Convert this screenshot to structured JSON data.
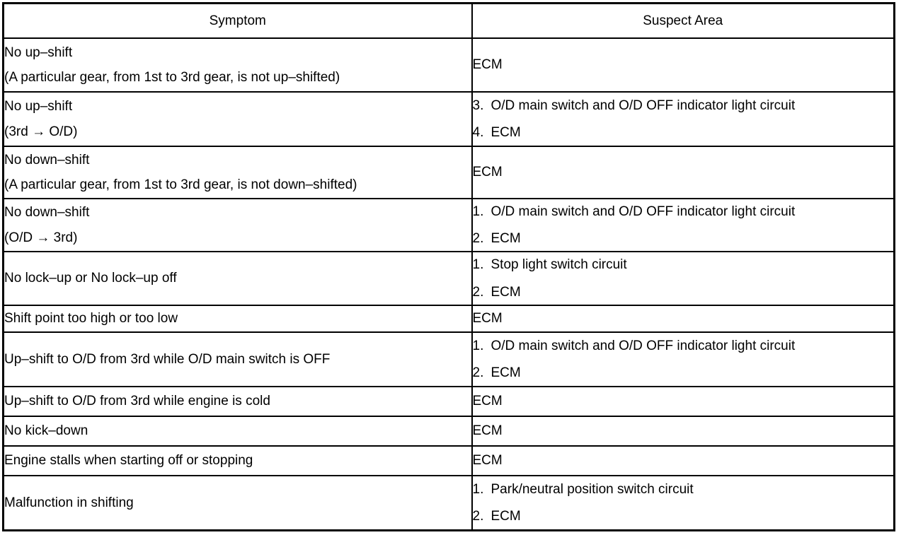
{
  "document": {
    "type": "diagnostic-trouble-table",
    "background_color": "#ffffff",
    "text_color": "#000000",
    "border_color": "#000000"
  },
  "table": {
    "headers": {
      "symptom": "Symptom",
      "suspect_area": "Suspect Area"
    },
    "rows": [
      {
        "symptom_lines": [
          "No up–shift",
          "(A particular gear, from 1st to 3rd gear, is not up–shifted)"
        ],
        "suspect_items": [
          {
            "num": "",
            "text": "ECM"
          }
        ]
      },
      {
        "symptom_lines": [
          "No up–shift",
          "(3rd → O/D)"
        ],
        "suspect_items": [
          {
            "num": "3.",
            "text": "O/D main switch and O/D OFF indicator light circuit"
          },
          {
            "num": "4.",
            "text": "ECM"
          }
        ]
      },
      {
        "symptom_lines": [
          "No down–shift",
          "(A particular gear, from 1st to 3rd gear, is not down–shifted)"
        ],
        "suspect_items": [
          {
            "num": "",
            "text": "ECM"
          }
        ]
      },
      {
        "symptom_lines": [
          "No down–shift",
          "(O/D → 3rd)"
        ],
        "suspect_items": [
          {
            "num": "1.",
            "text": "O/D main switch and O/D OFF indicator light circuit"
          },
          {
            "num": "2.",
            "text": "ECM"
          }
        ]
      },
      {
        "symptom_lines": [
          "No lock–up or No lock–up off"
        ],
        "suspect_items": [
          {
            "num": "1.",
            "text": "Stop light switch circuit"
          },
          {
            "num": "2.",
            "text": "ECM"
          }
        ]
      },
      {
        "symptom_lines": [
          "Shift point too high or too low"
        ],
        "suspect_items": [
          {
            "num": "",
            "text": "ECM"
          }
        ]
      },
      {
        "symptom_lines": [
          "Up–shift to O/D from 3rd while O/D main switch is OFF"
        ],
        "suspect_items": [
          {
            "num": "1.",
            "text": "O/D main switch and O/D OFF indicator light circuit"
          },
          {
            "num": "2.",
            "text": "ECM"
          }
        ]
      },
      {
        "symptom_lines": [
          "Up–shift to O/D from 3rd while engine is cold"
        ],
        "suspect_items": [
          {
            "num": "",
            "text": "ECM"
          }
        ]
      },
      {
        "symptom_lines": [
          "No kick–down"
        ],
        "suspect_items": [
          {
            "num": "",
            "text": "ECM"
          }
        ]
      },
      {
        "symptom_lines": [
          "Engine stalls when starting off or stopping"
        ],
        "suspect_items": [
          {
            "num": "",
            "text": "ECM"
          }
        ]
      },
      {
        "symptom_lines": [
          "Malfunction in shifting"
        ],
        "suspect_items": [
          {
            "num": "1.",
            "text": "Park/neutral position switch circuit"
          },
          {
            "num": "2.",
            "text": "ECM"
          }
        ]
      }
    ]
  }
}
